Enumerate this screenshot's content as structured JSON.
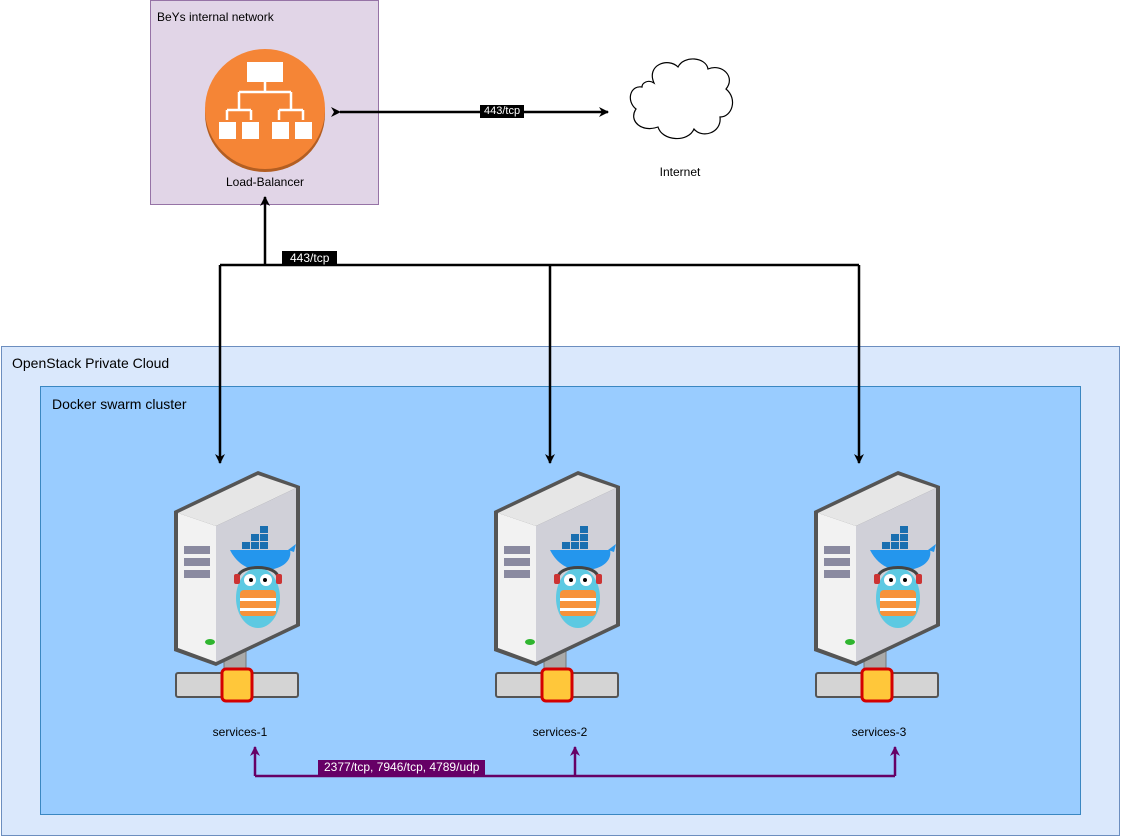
{
  "groups": {
    "beys": {
      "label": "BeYs internal network"
    },
    "openstack": {
      "label": "OpenStack Private Cloud"
    },
    "docker": {
      "label": "Docker swarm cluster"
    }
  },
  "nodes": {
    "load_balancer": {
      "label": "Load-Balancer",
      "icon": "load-balancer-icon"
    },
    "internet": {
      "label": "Internet",
      "icon": "cloud-icon"
    },
    "servers": [
      {
        "label": "services-1",
        "icon": "server-icon"
      },
      {
        "label": "services-2",
        "icon": "server-icon"
      },
      {
        "label": "services-3",
        "icon": "server-icon"
      }
    ]
  },
  "edges": {
    "lb_internet": {
      "label": "443/tcp"
    },
    "lb_servers": {
      "label": "443/tcp"
    },
    "swarm": {
      "label": "2377/tcp, 7946/tcp, 4789/udp"
    }
  },
  "colors": {
    "lb_orange": "#f58536",
    "swarm_edge": "#660066",
    "edge": "#000000"
  }
}
